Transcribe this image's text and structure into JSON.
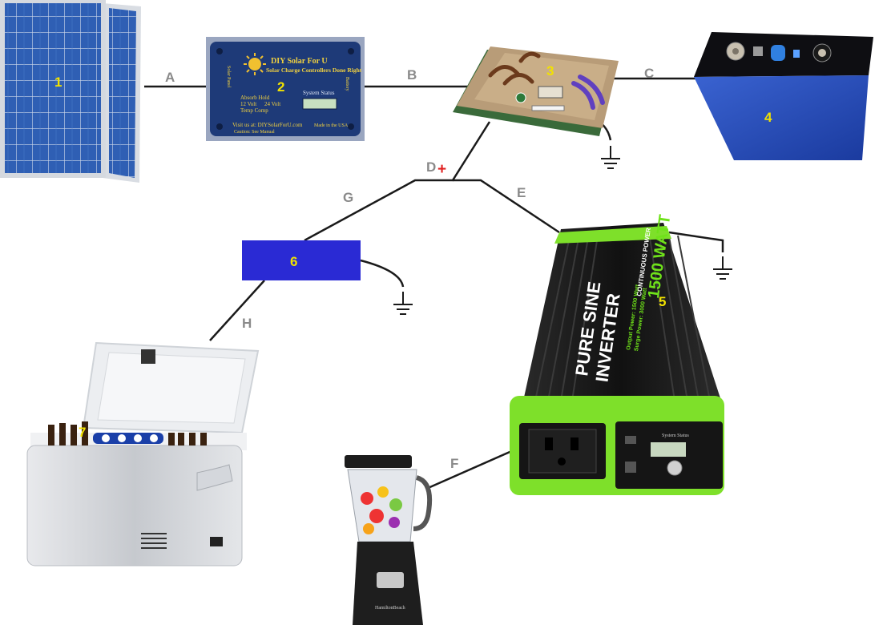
{
  "connections": {
    "a": "A",
    "b": "B",
    "c": "C",
    "d": "D",
    "e": "E",
    "f": "F",
    "g": "G",
    "h": "H",
    "plus": "+"
  },
  "components": {
    "solar_panel": {
      "number": "1"
    },
    "charge_controller": {
      "number": "2",
      "brand": "DIY Solar For U",
      "tagline": "Solar Charge Controllers Done Right",
      "display_label": "System Status",
      "opt_1": "Absorb Hold",
      "opt_2": "12 Volt",
      "opt_3": "24 Volt",
      "opt_4": "Temp Comp",
      "visit": "Visit us at: DIYSolarForU.com",
      "caution": "Caution: See Manual",
      "made": "Made in the USA",
      "side_left": "Solar Panel",
      "side_right": "Battery"
    },
    "bms": {
      "number": "3"
    },
    "battery": {
      "number": "4"
    },
    "inverter": {
      "number": "5",
      "line1": "PURE SINE",
      "line2": "INVERTER",
      "line3": "CONTINUOUS POWER",
      "line4": "1500 WATT",
      "output": "Output Power: 1500 Watt",
      "surge": "Surge Power: 3000 Watt",
      "status": "System Status"
    },
    "distribution_block": {
      "number": "6"
    },
    "fridge": {
      "number": "7"
    },
    "blender": {
      "brand": "HamiltonBeach"
    }
  },
  "colors": {
    "wire": "#1a1a1a",
    "label_gray": "#8a8a8a",
    "label_yellow": "#f2e200",
    "plus_red": "#e02020",
    "inverter_green": "#7ee02a",
    "battery_blue": "#2346b8",
    "block_blue": "#2a2ad4",
    "controller_blue": "#1e3a78"
  }
}
